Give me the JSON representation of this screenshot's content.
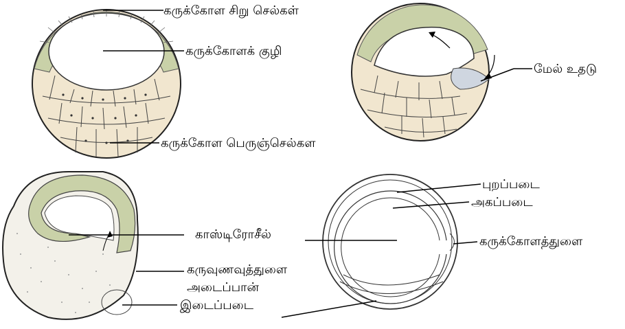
{
  "labels": {
    "blastula_micromeres": "கருக்கோள சிறு செல்கள்",
    "blastocoel": "கருக்கோளக் குழி",
    "dorsal_lip": "மேல் உதடு",
    "blastula_macromeres": "கருக்கோள பெருஞ்செல்கள",
    "ectoderm": "புறப்படை",
    "endoderm": "அகப்படை",
    "archenteron": "காஸ்டிரோசீல்",
    "blastopore": "கருக்கோளத்துளை",
    "yolk_plug_line1": "கருவுணவுத்துளை",
    "yolk_plug_line2": "அடைப்பான்",
    "mesoderm": "இடைப்படை"
  },
  "colors": {
    "ink": "#222222",
    "cell_fill": "#f1e6cf",
    "cell_fill_dark": "#e6d3ad",
    "micromere_band": "#c9d1a8",
    "sheet_fill": "#f7f7f7",
    "yolk_dots": "#9a9a9a"
  }
}
